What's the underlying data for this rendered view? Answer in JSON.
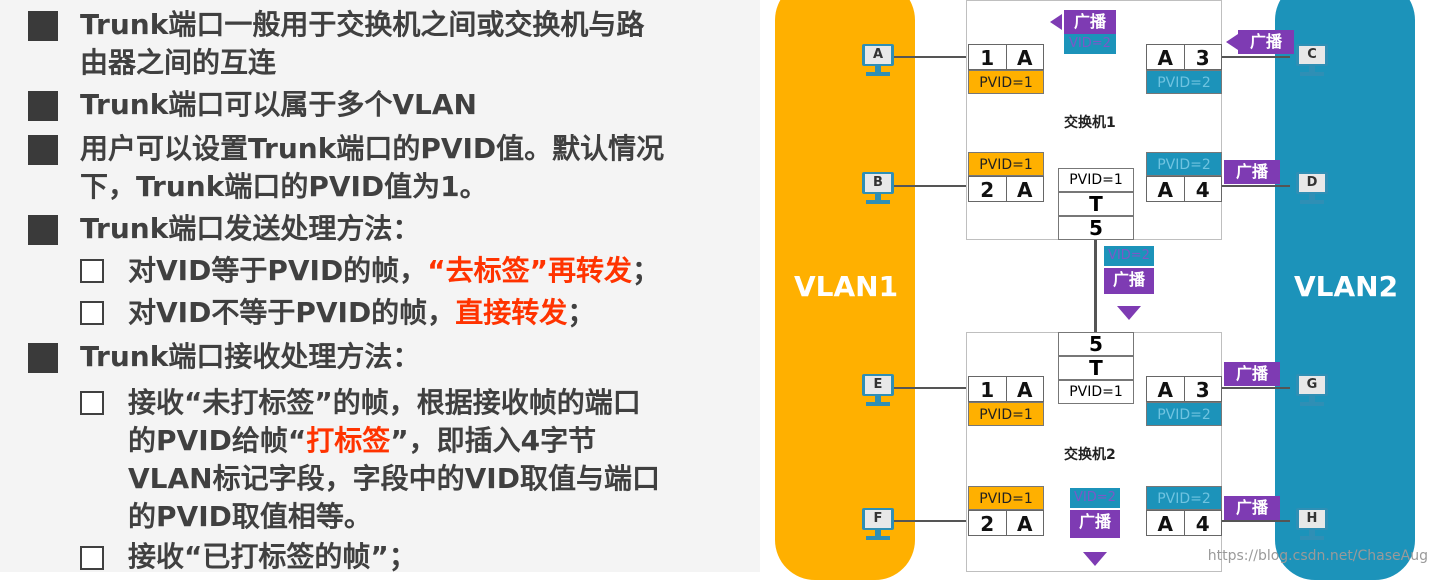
{
  "left": {
    "b1_l1": "Trunk端口一般用于交换机之间或交换机与路",
    "b1_l2": "由器之间的互连",
    "b2": "Trunk端口可以属于多个VLAN",
    "b3_l1": "用户可以设置Trunk端口的PVID值。默认情况",
    "b3_l2": "下，Trunk端口的PVID值为1。",
    "b4": "Trunk端口发送处理方法：",
    "b4_s1_a": "对VID等于PVID的帧，",
    "b4_s1_red": "“去标签”再转发",
    "b4_s1_c": "；",
    "b4_s2_a": "对VID不等于PVID的帧，",
    "b4_s2_red": "直接转发",
    "b4_s2_c": "；",
    "b5": "Trunk端口接收处理方法：",
    "b5_s1_l1": "接收“未打标签”的帧，根据接收帧的端口",
    "b5_s1_l2_a": "的PVID给帧“",
    "b5_s1_l2_red": "打标签",
    "b5_s1_l2_c": "”，即插入4字节",
    "b5_s1_l3": "VLAN标记字段，字段中的VID取值与端口",
    "b5_s1_l4": "的PVID取值相等。",
    "b5_s2": "接收“已打标签的帧”；"
  },
  "diagram": {
    "vlan1": "VLAN1",
    "vlan2": "VLAN2",
    "switch1": "交换机1",
    "switch2": "交换机2",
    "broadcast": "广播",
    "vid2": "VID=2",
    "pvid1": "PVID=1",
    "pvid2": "PVID=2",
    "tag_t": "T",
    "hosts": {
      "a": "A",
      "b": "B",
      "c": "C",
      "d": "D",
      "e": "E",
      "f": "F",
      "g": "G",
      "h": "H"
    },
    "ports": {
      "p1": "1",
      "p2": "2",
      "p3": "3",
      "p4": "4",
      "p5": "5",
      "access": "A"
    }
  },
  "watermark": "https://blog.csdn.net/ChaseAug",
  "colors": {
    "vlan1": "#ffb000",
    "vlan2": "#1c93ba",
    "broadcast": "#7e3bb3",
    "emphasis": "#ff3300"
  }
}
